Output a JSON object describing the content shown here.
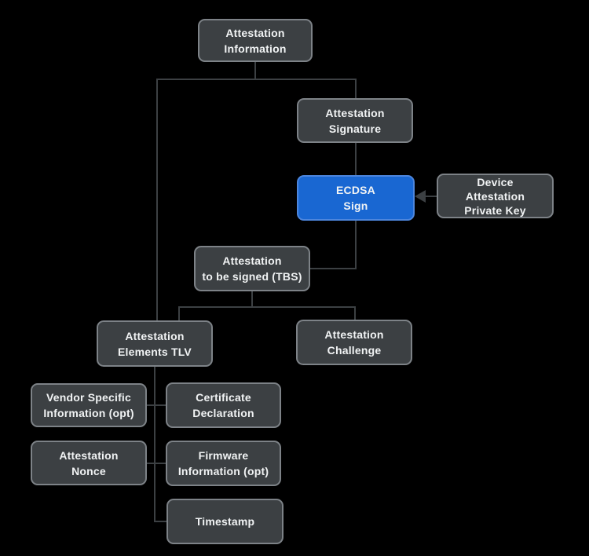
{
  "theme": {
    "background": "#000000",
    "node_fill": "#3c4043",
    "node_border": "#7d8287",
    "node_text": "#f1f3f4",
    "highlight_fill": "#1967d2",
    "highlight_border": "#4d86dd",
    "connector": "#3c4043"
  },
  "nodes": {
    "attestation_information": {
      "label": "Attestation\nInformation"
    },
    "attestation_signature": {
      "label": "Attestation\nSignature"
    },
    "ecdsa_sign": {
      "label": "ECDSA\nSign",
      "highlighted": "true"
    },
    "device_attestation_private_key": {
      "label": "Device\nAttestation\nPrivate Key"
    },
    "attestation_tbs": {
      "label": "Attestation\nto be signed (TBS)"
    },
    "attestation_elements_tlv": {
      "label": "Attestation\nElements TLV"
    },
    "attestation_challenge": {
      "label": "Attestation\nChallenge"
    },
    "vendor_specific_information": {
      "label": "Vendor Specific\nInformation (opt)"
    },
    "certificate_declaration": {
      "label": "Certificate\nDeclaration"
    },
    "attestation_nonce": {
      "label": "Attestation\nNonce"
    },
    "firmware_information": {
      "label": "Firmware\nInformation (opt)"
    },
    "timestamp": {
      "label": "Timestamp"
    }
  },
  "edges": [
    "attestation_information -> attestation_signature",
    "attestation_information -> attestation_elements_tlv",
    "attestation_signature -> ecdsa_sign",
    "ecdsa_sign -> attestation_to_be_signed_tbs",
    "device_attestation_private_key -> ecdsa_sign (arrow)",
    "attestation_to_be_signed_tbs -> attestation_elements_tlv",
    "attestation_to_be_signed_tbs -> attestation_challenge",
    "attestation_elements_tlv -> vendor_specific_information",
    "attestation_elements_tlv -> certificate_declaration",
    "attestation_elements_tlv -> attestation_nonce",
    "attestation_elements_tlv -> firmware_information",
    "attestation_elements_tlv -> timestamp"
  ]
}
